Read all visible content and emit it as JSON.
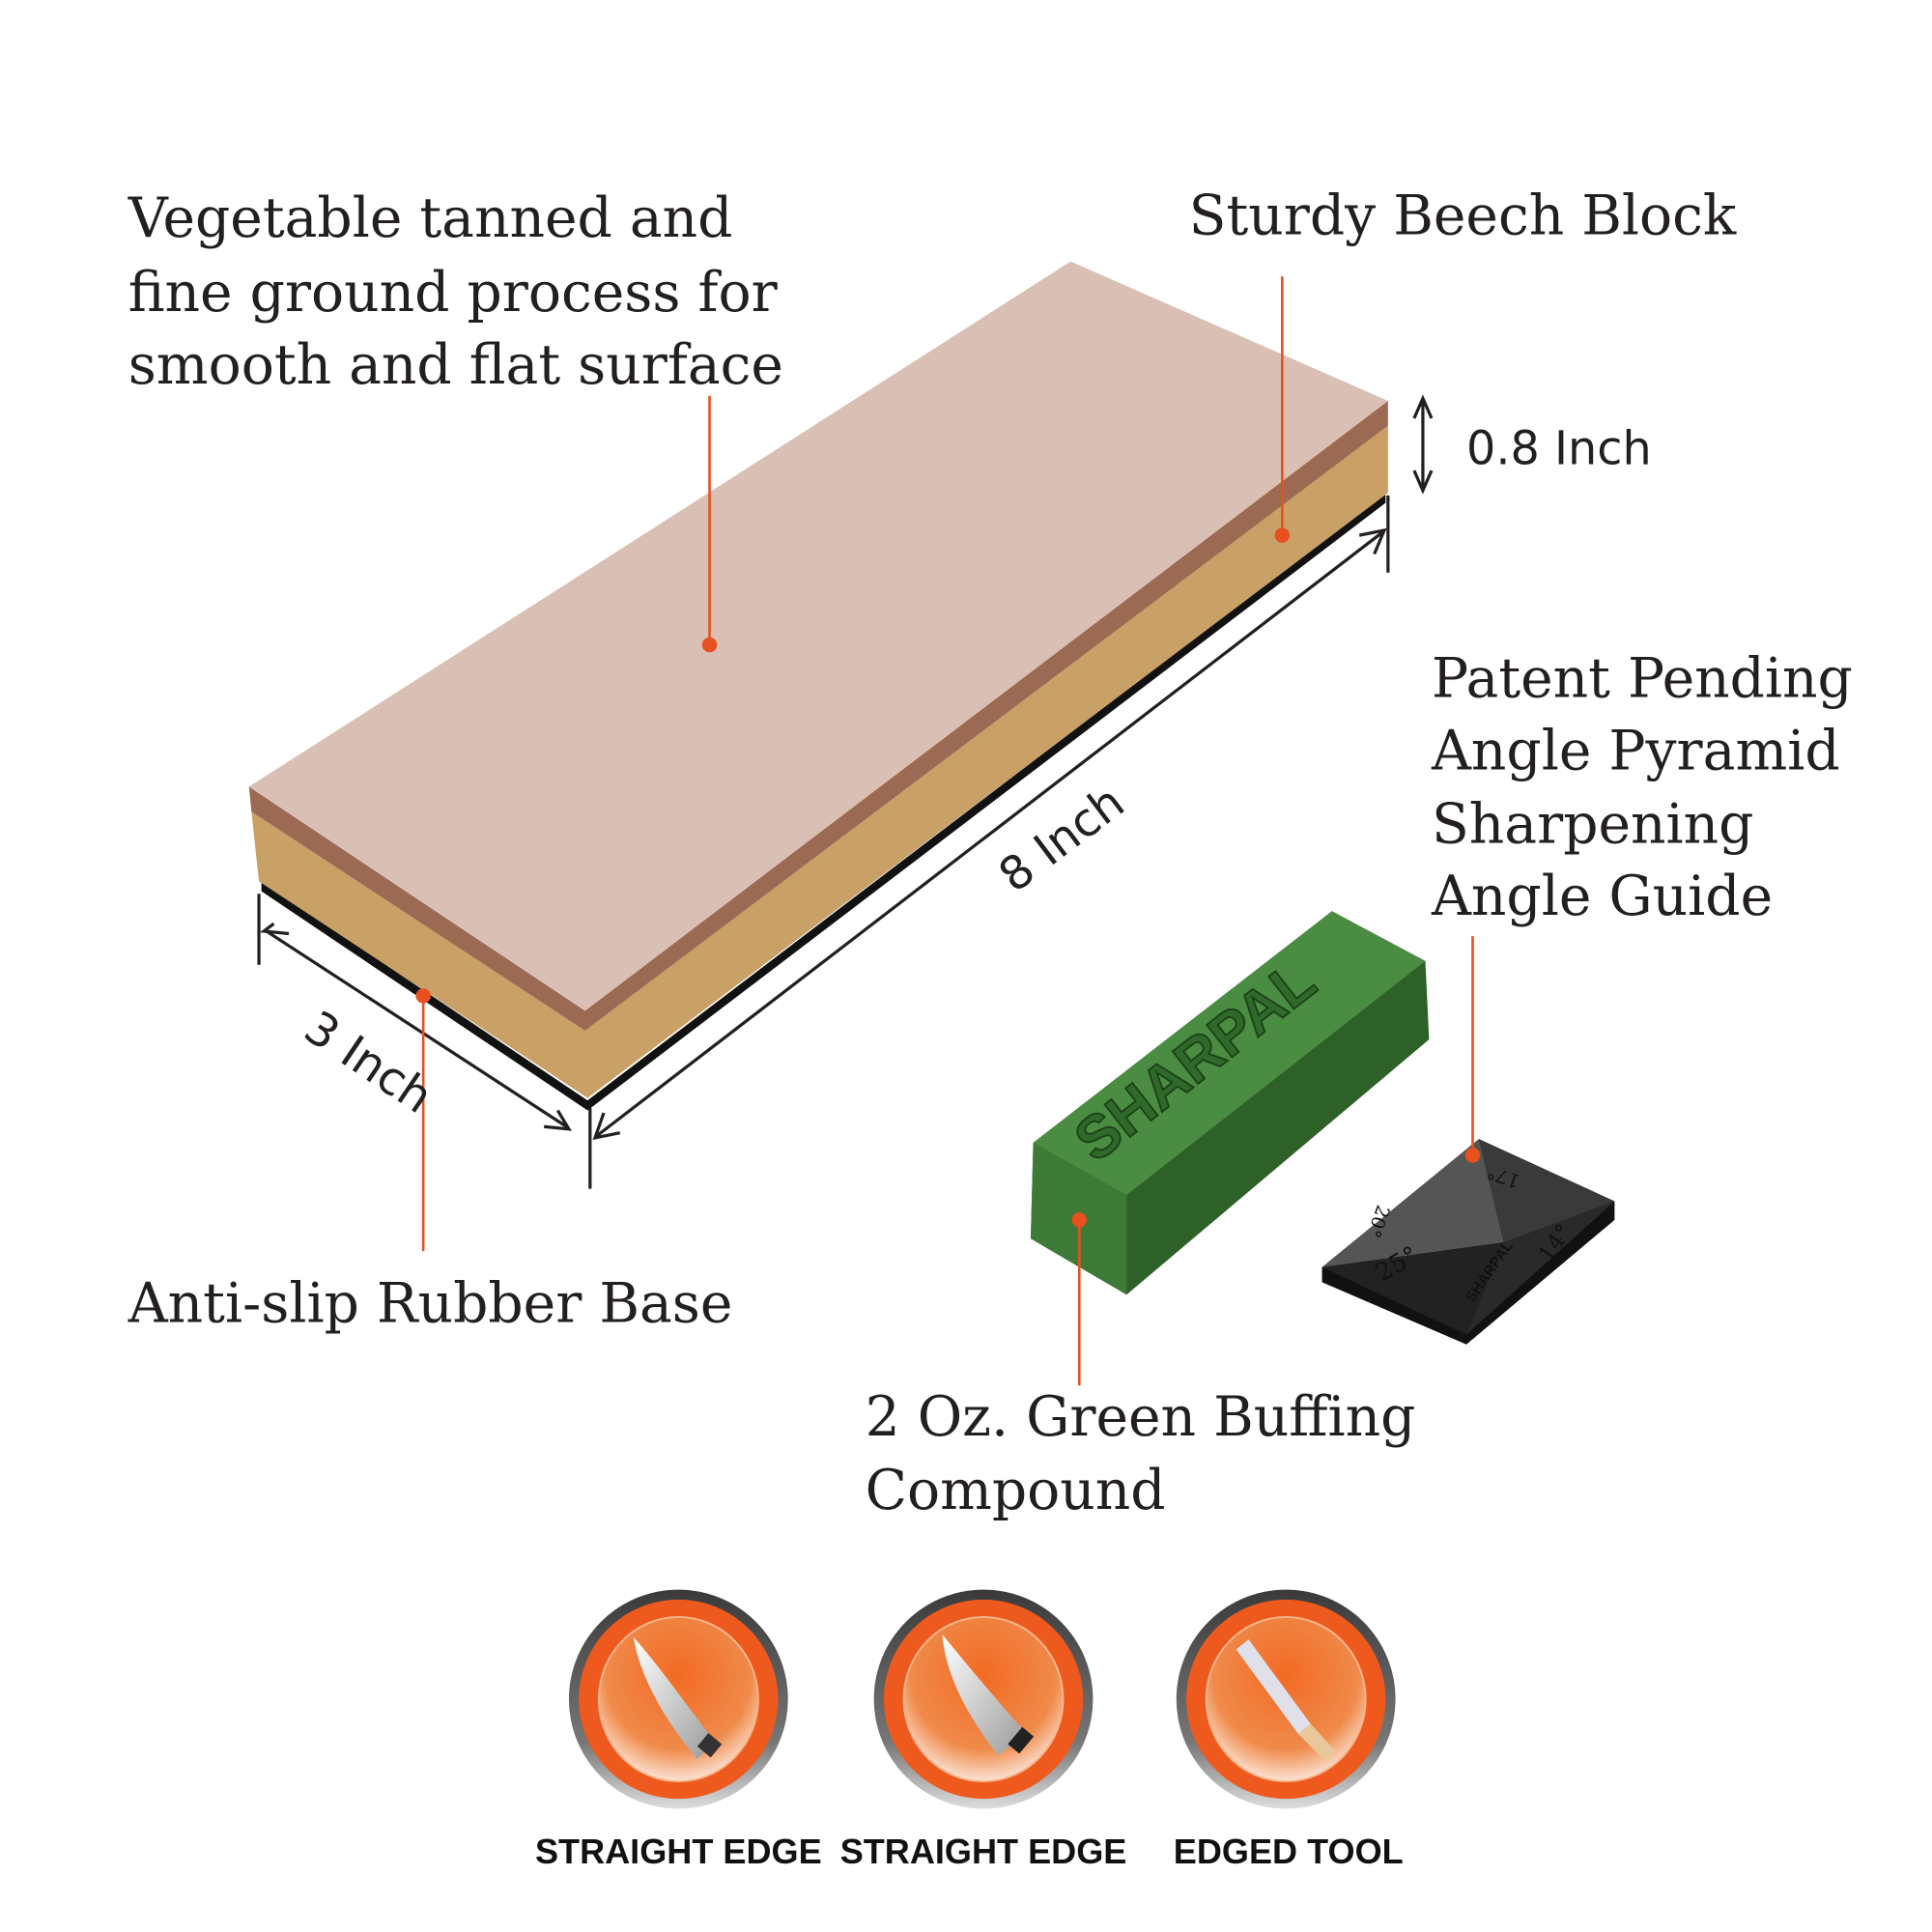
{
  "colors": {
    "accent": "#e8501f",
    "leather": "#d9bfb4",
    "wood": "#c9a167",
    "compound": "#3d7a37",
    "guide": "#2a2a2a"
  },
  "callouts": {
    "leather": [
      "Vegetable tanned and",
      "fine ground process for",
      "smooth and flat surface"
    ],
    "block": "Sturdy Beech Block",
    "base": "Anti-slip Rubber Base",
    "guide": [
      "Patent Pending",
      "Angle Pyramid",
      "Sharpening",
      "Angle Guide"
    ],
    "compound": [
      "2 Oz. Green Buffing",
      "Compound"
    ]
  },
  "dimensions": {
    "height": "0.8 Inch",
    "length": "8 Inch",
    "width": "3 Inch"
  },
  "product": {
    "compound_brand": "SHARPAL",
    "guide_brand": "SHARPAL",
    "guide_angles": [
      "14°",
      "17°",
      "20°",
      "25°"
    ]
  },
  "icons": [
    {
      "label": "STRAIGHT EDGE",
      "icon": "hunting-knife-icon"
    },
    {
      "label": "STRAIGHT EDGE",
      "icon": "chef-knife-icon"
    },
    {
      "label": "EDGED TOOL",
      "icon": "chisel-icon"
    }
  ]
}
